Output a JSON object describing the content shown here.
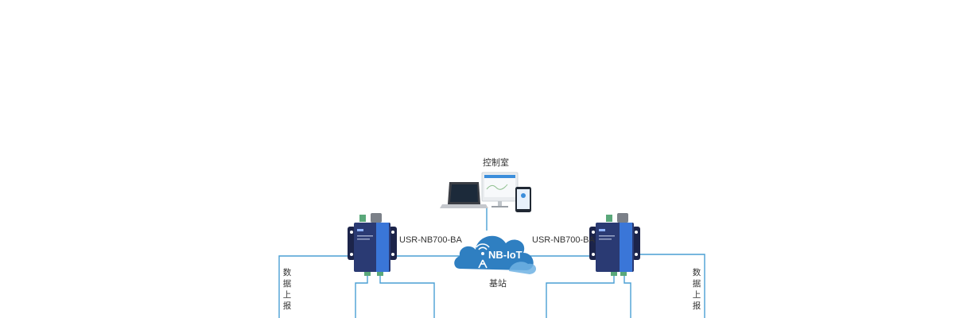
{
  "control_room": {
    "label": "控制室"
  },
  "devices": [
    {
      "label": "USR-NB700-BA"
    },
    {
      "label": "USR-NB700-BA"
    }
  ],
  "cloud": {
    "text": "NB-IoT",
    "label": "基站"
  },
  "data_report": {
    "left": "数据上报",
    "right": "数据上报"
  },
  "colors": {
    "line": "#4a9fd4",
    "cloud": "#2f7fc1",
    "device": "#2a3a73",
    "device_accent": "#3a76d8"
  },
  "icons": [
    "laptop-icon",
    "monitor-icon",
    "phone-icon",
    "antenna-icon",
    "cloud-icon",
    "dtu-device-icon"
  ]
}
